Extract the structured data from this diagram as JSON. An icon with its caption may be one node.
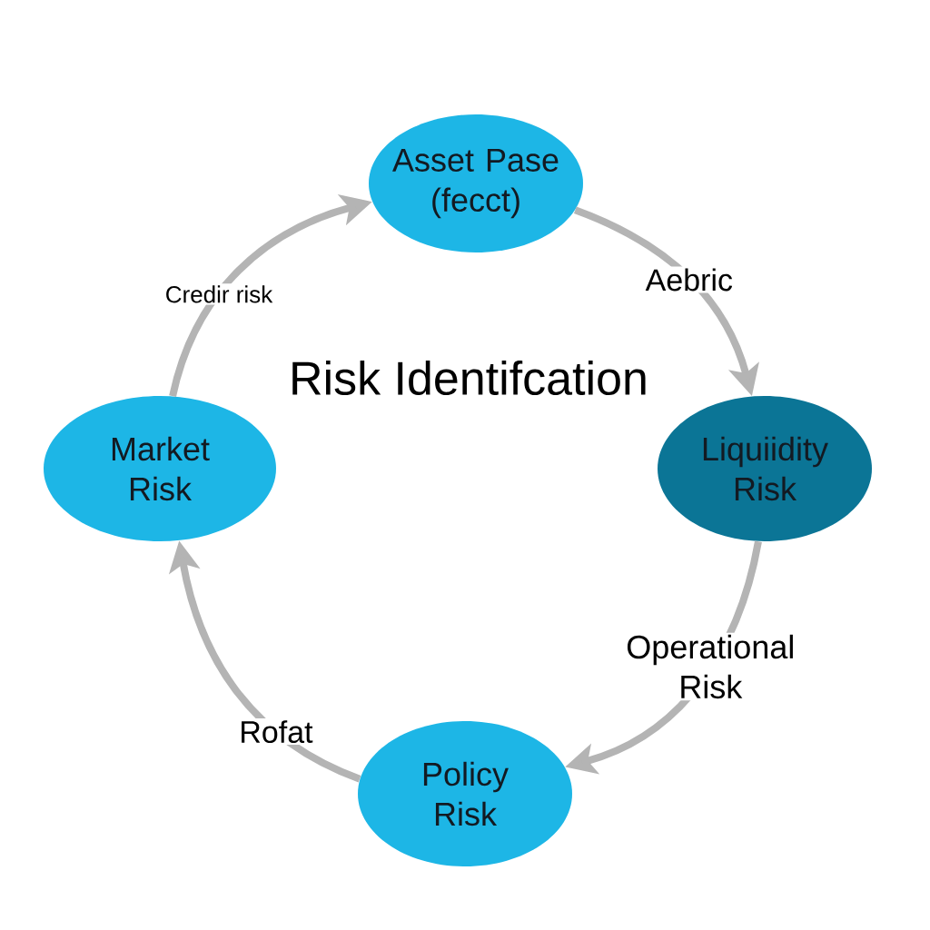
{
  "diagram": {
    "title": "Risk Identifcation",
    "nodes": [
      {
        "text": [
          "Asset Pase (fecct)"
        ]
      },
      {
        "text": [
          "Market Risk"
        ]
      },
      {
        "text": [
          "Liquiidity Risk"
        ]
      },
      {
        "text": [
          "Policy Risk"
        ]
      }
    ],
    "edges": [
      {
        "from": 0,
        "to": 2,
        "arrow": "to",
        "label": "Aebric"
      },
      {
        "from": 2,
        "to": 3,
        "arrow": "to",
        "label": "Operational Risk"
      },
      {
        "from": 3,
        "to": 1,
        "arrow": "to",
        "label": "Rofat"
      },
      {
        "from": 1,
        "to": 0,
        "arrow": "to",
        "label": "Credir risk"
      }
    ]
  }
}
